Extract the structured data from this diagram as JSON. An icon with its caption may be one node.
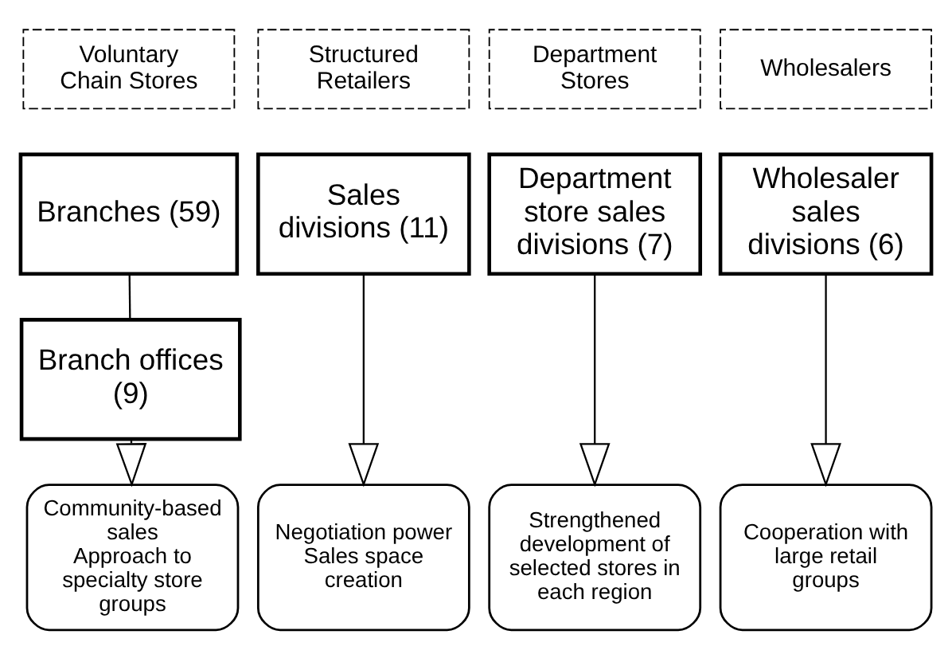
{
  "diagram": {
    "nodes": [
      {
        "text": [
          "Voluntary Chain Stores"
        ]
      },
      {
        "text": [
          "Structured Retailers"
        ]
      },
      {
        "text": [
          "Department Stores"
        ]
      },
      {
        "text": [
          "Wholesalers"
        ]
      },
      {
        "text": [
          "Branches (59)"
        ]
      },
      {
        "text": [
          "Branch offices (9)"
        ]
      },
      {
        "text": [
          "Sales divisions (11)"
        ]
      },
      {
        "text": [
          "Department store sales divisions (7)"
        ]
      },
      {
        "text": [
          "Wholesaler sales divisions (6)"
        ]
      },
      {
        "text": [
          "Community-based sales",
          "Approach to specialty store groups"
        ]
      },
      {
        "text": [
          "Negotiation power",
          "Sales space creation"
        ]
      },
      {
        "text": [
          "Strengthened development of selected stores in each region"
        ]
      },
      {
        "text": [
          "Cooperation with large retail groups"
        ]
      }
    ],
    "edges": [
      {
        "from": 4,
        "to": 5,
        "arrow": "none"
      },
      {
        "from": 5,
        "to": 9,
        "arrow": "to"
      },
      {
        "from": 6,
        "to": 10,
        "arrow": "to"
      },
      {
        "from": 7,
        "to": 11,
        "arrow": "to"
      },
      {
        "from": 8,
        "to": 12,
        "arrow": "to"
      }
    ]
  }
}
